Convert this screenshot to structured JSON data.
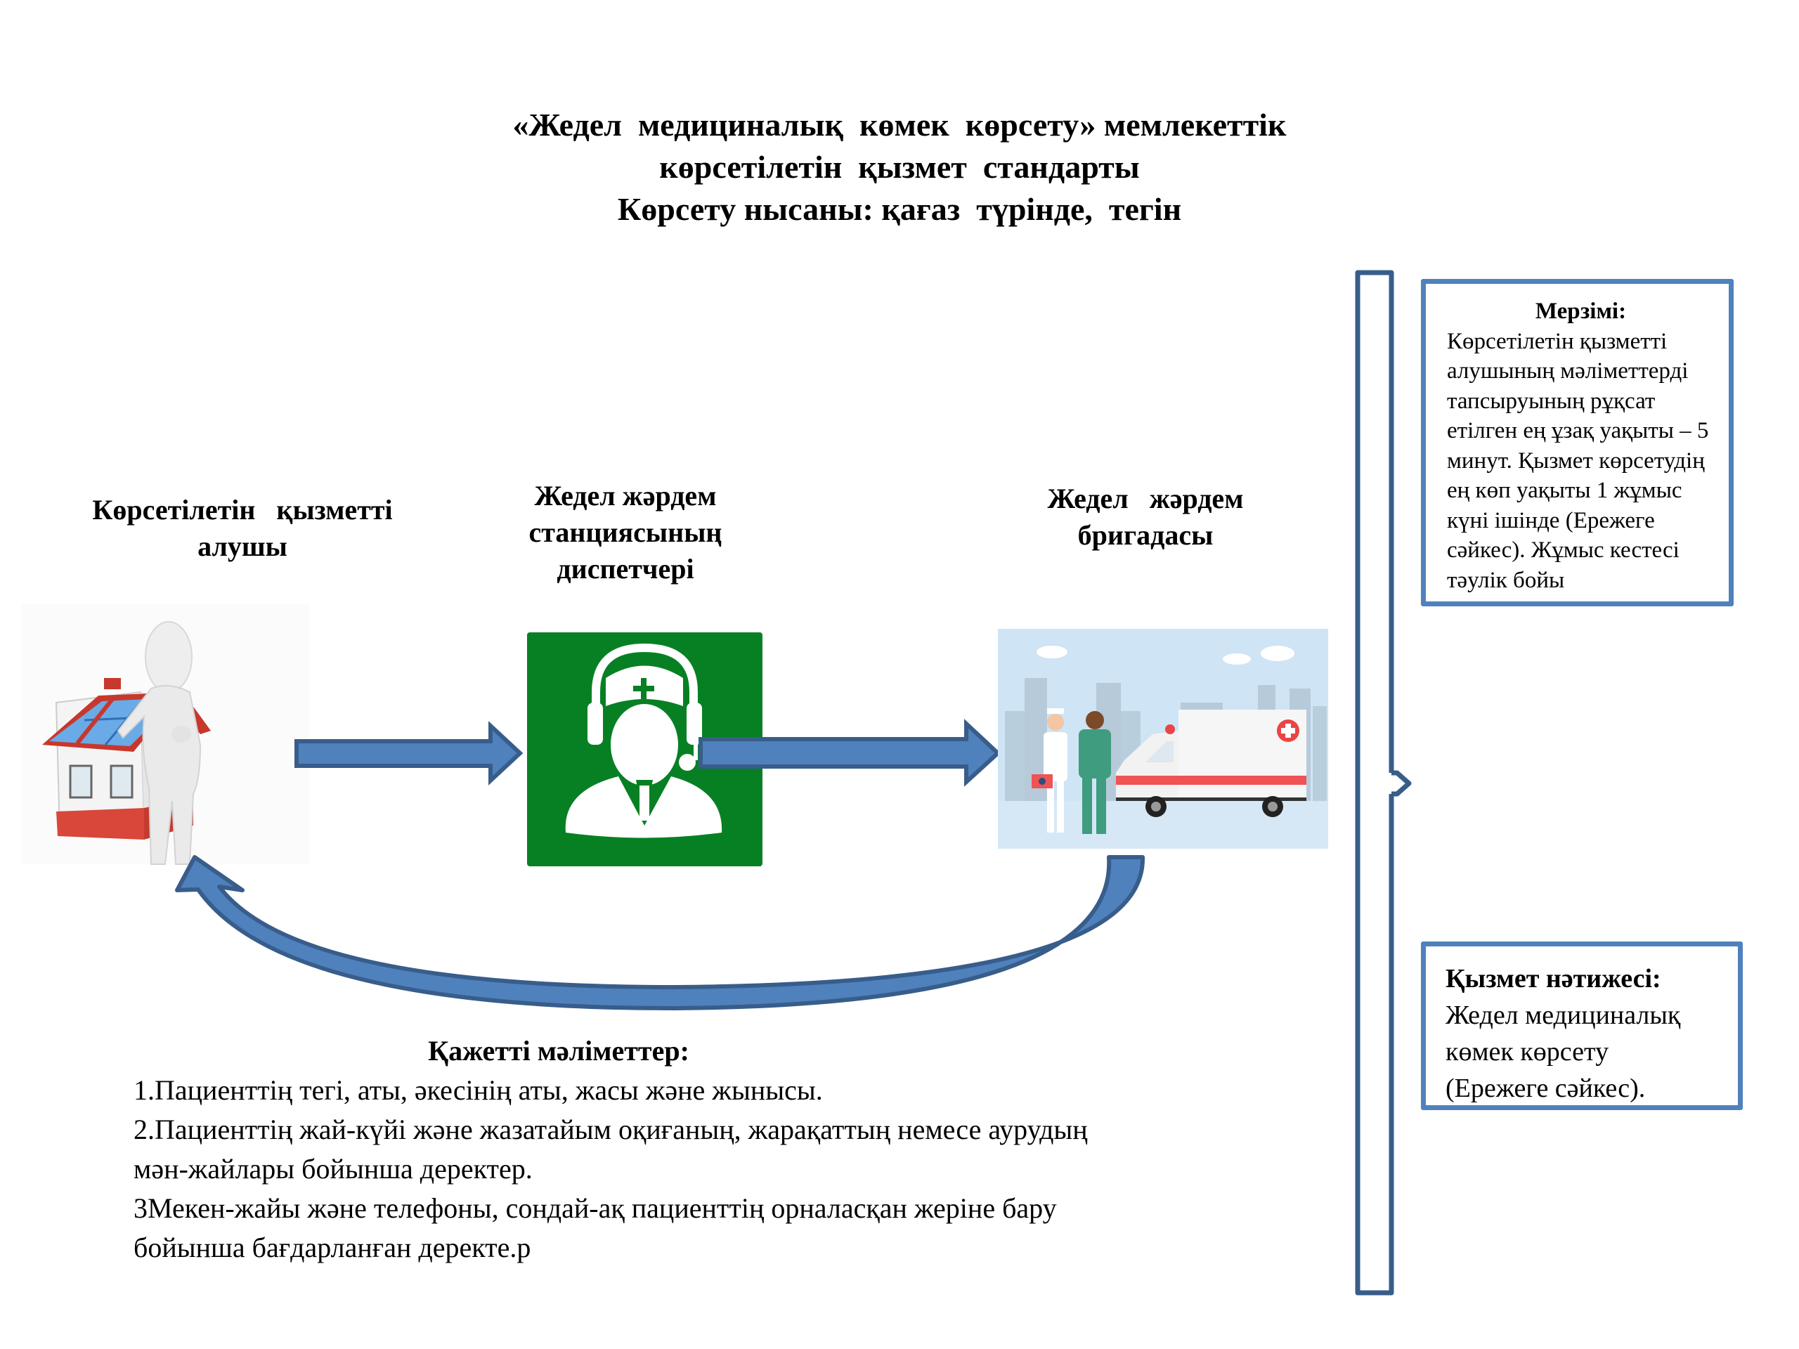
{
  "title": {
    "line1": "«Жедел  медициналық  көмек  көрсету» мемлекеттік",
    "line2": "көрсетілетін  қызмет  стандарты",
    "line3": "Көрсету нысаны: қағаз  түрінде,  тегін"
  },
  "actors": [
    {
      "id": "recipient",
      "label": "Көрсетілетін   қызметті\nалушы",
      "icon": "person-with-house-icon"
    },
    {
      "id": "dispatcher",
      "label": "Жедел жәрдем\nстанциясының\nдиспетчері",
      "icon": "dispatcher-headset-icon"
    },
    {
      "id": "brigade",
      "label": "Жедел   жәрдем\nбригадасы",
      "icon": "ambulance-team-icon"
    }
  ],
  "colors": {
    "arrow_fill": "#4f81bd",
    "arrow_stroke": "#385d8a",
    "box_border": "#4f81bd",
    "bracket": "#385d8a",
    "dispatcher_bg": "#078024"
  },
  "term_box": {
    "heading": "Мерзімі:",
    "lines": [
      "Көрсетілетін қызметті",
      "алушының мәліметтерді",
      "тапсыруының рұқсат",
      "етілген ең ұзақ уақыты – 5",
      "минут. Қызмет көрсетудің",
      "ең көп уақыты 1 жұмыс",
      "күні ішінде (Ережеге",
      "сәйкес). Жұмыс кестесі",
      "тәулік бойы"
    ]
  },
  "result_box": {
    "heading": "Қызмет  нәтижесі:",
    "lines": [
      "Жедел медициналық",
      "көмек көрсету",
      "(Ережеге  сәйкес)."
    ]
  },
  "requirements": {
    "title": "Қажетті мәліметтер:",
    "lines": [
      "1.Пациенттің тегі, аты, әкесінің аты, жасы және жынысы.",
      "2.Пациенттің жай-күйі және жазатайым оқиғаның, жарақаттың немесе аурудың",
      "мән-жайлары бойынша деректер.",
      "3Мекен-жайы және телефоны, сондай-ақ пациенттің орналасқан жеріне бару",
      "бойынша бағдарланған деректе.р"
    ]
  }
}
